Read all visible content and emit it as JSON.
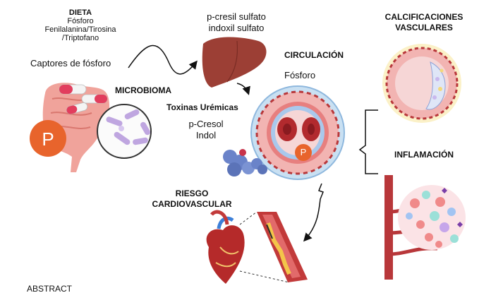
{
  "diet": {
    "title": "DIETA",
    "items": [
      "Fósforo",
      "Fenilalanina/Tirosina",
      "/Triptofano"
    ]
  },
  "phosphate_binders": "Captores de fósforo",
  "microbiome": "MICROBIOMA",
  "phosphorus_badge": "P",
  "liver_products": [
    "p-cresil sulfato",
    "indoxil sulfato"
  ],
  "circulation": {
    "title": "CIRCULACIÓN",
    "item": "Fósforo",
    "badge": "P"
  },
  "uremic_toxins": {
    "title": "Toxinas Urémicas",
    "items": [
      "p-Cresol",
      "Indol"
    ]
  },
  "outcomes": {
    "calcification": [
      "CALCIFICACIONES",
      "VASCULARES"
    ],
    "inflammation": "INFLAMACIÓN",
    "cardiovascular_risk": [
      "RIESGO",
      "CARDIOVASCULAR"
    ]
  },
  "footer": "ABSTRACT",
  "colors": {
    "phosphorus_orange": "#e8642c",
    "vessel_red": "#b8373a",
    "vessel_pink": "#f2b4b2",
    "lumen_blue": "#a9c8ec",
    "liver": "#9c3f35",
    "gut": "#f0a39b",
    "bacteria": "#bfa6e0",
    "protein": "#6a83c9"
  }
}
